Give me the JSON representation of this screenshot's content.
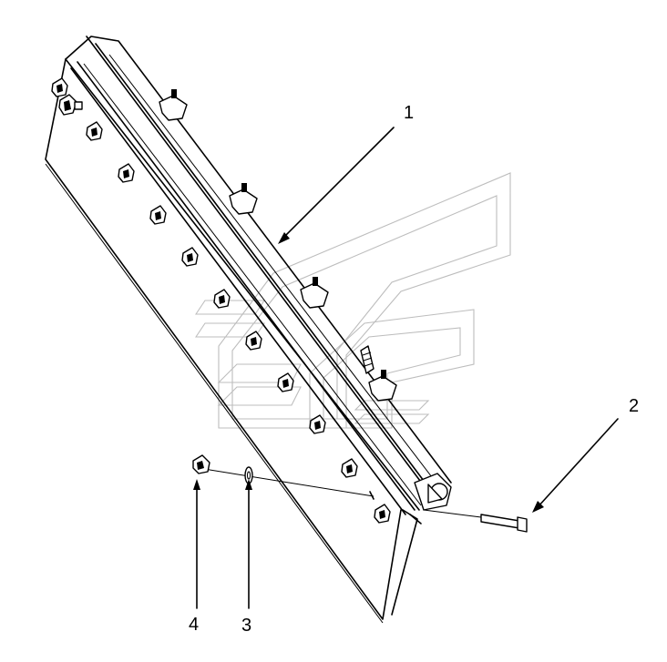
{
  "callouts": [
    {
      "id": "1",
      "label": "1"
    },
    {
      "id": "2",
      "label": "2"
    },
    {
      "id": "3",
      "label": "3"
    },
    {
      "id": "4",
      "label": "4"
    }
  ],
  "colors": {
    "line": "#000000",
    "watermark": "#bdbdbd",
    "background": "#ffffff"
  }
}
